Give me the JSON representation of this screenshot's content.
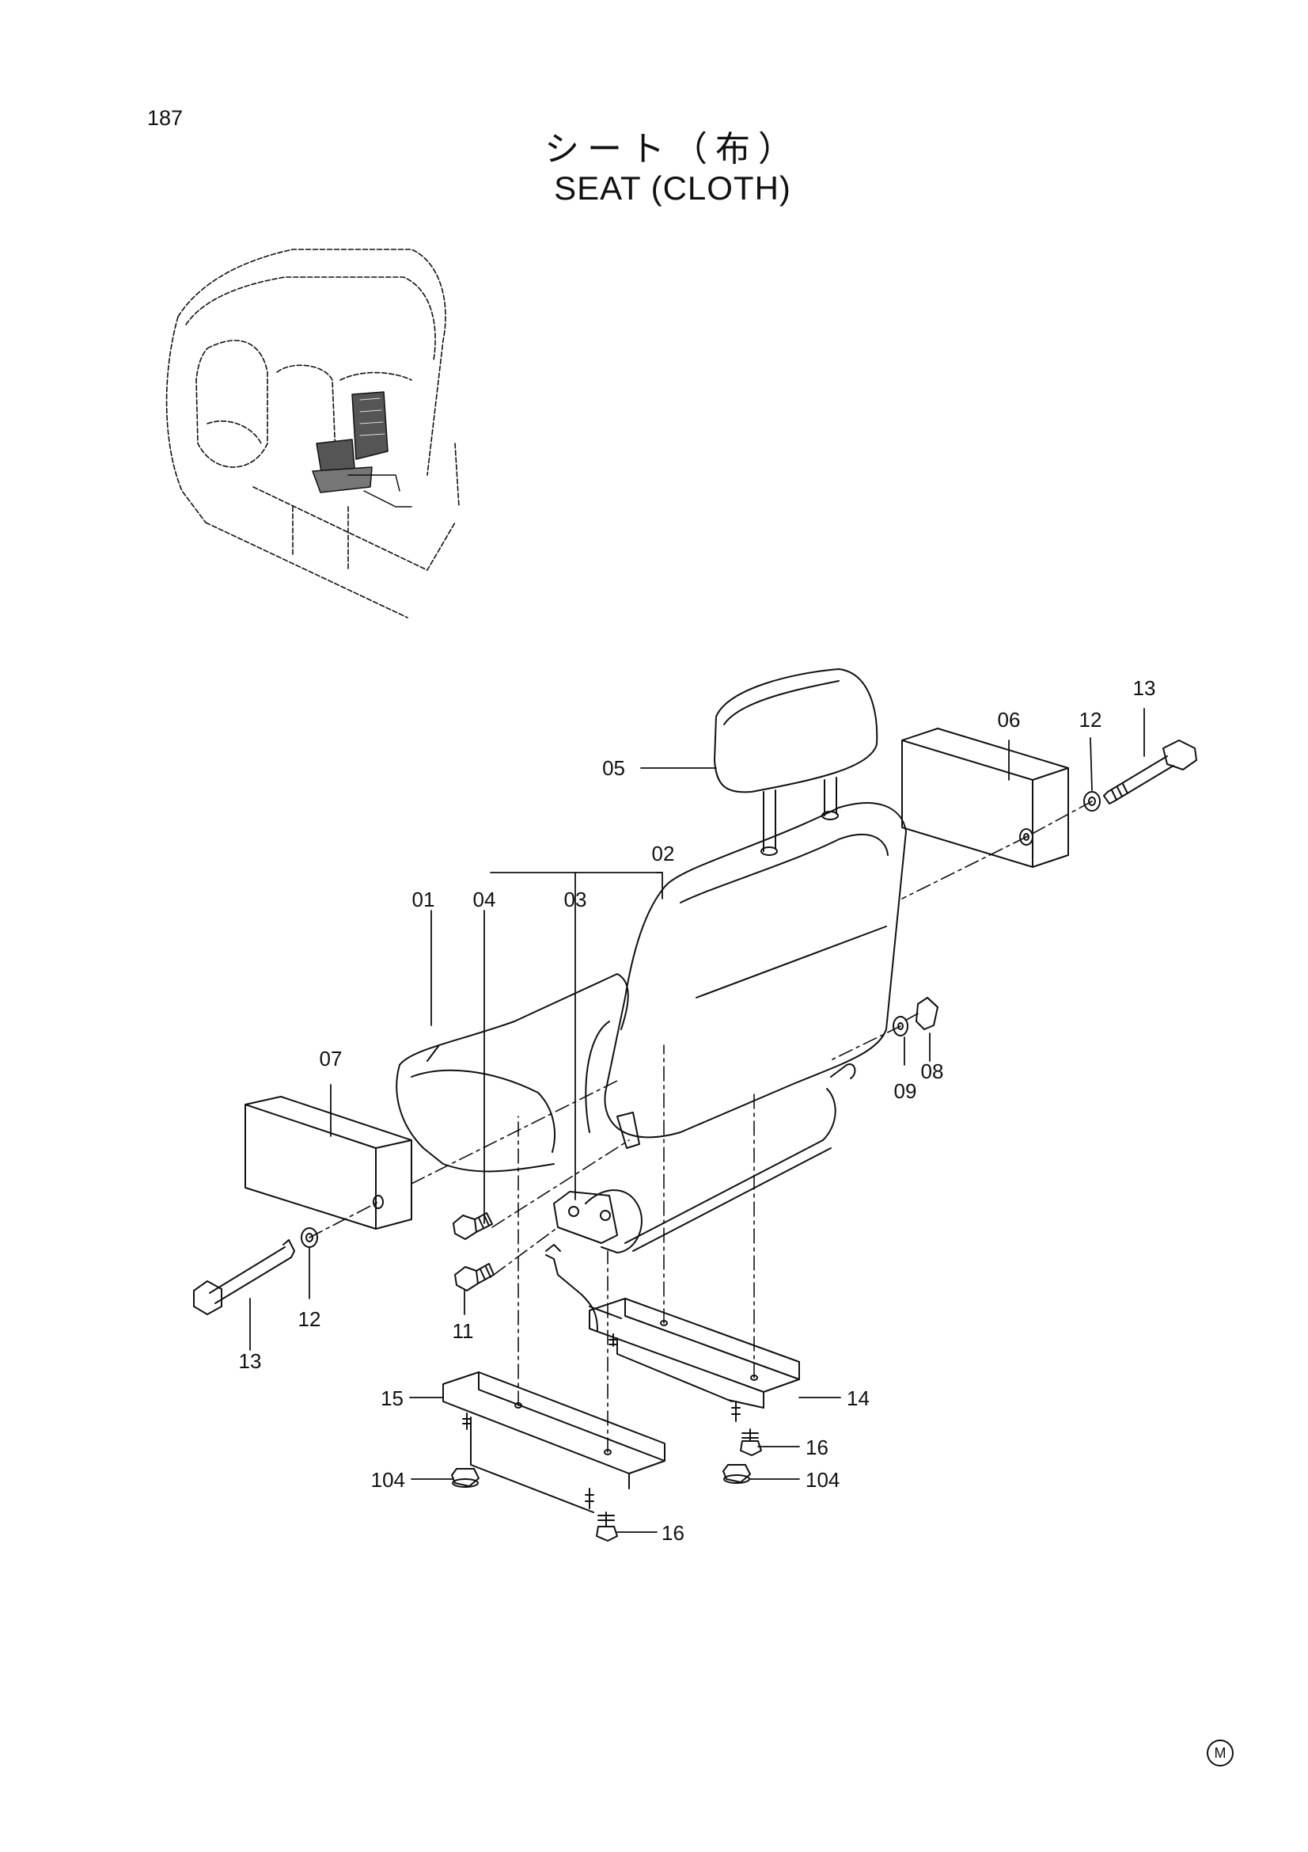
{
  "page": {
    "number": "187",
    "title_jp": "シート（布）",
    "title_en": "SEAT (CLOTH)",
    "mark": "M"
  },
  "callouts": {
    "c01": "01",
    "c02": "02",
    "c03": "03",
    "c04": "04",
    "c05": "05",
    "c06": "06",
    "c07": "07",
    "c08": "08",
    "c09": "09",
    "c11": "11",
    "c12_right": "12",
    "c12_left": "12",
    "c13_right": "13",
    "c13_left": "13",
    "c14": "14",
    "c15": "15",
    "c16_right": "16",
    "c16_bottom": "16",
    "c104_left": "104",
    "c104_right": "104"
  }
}
